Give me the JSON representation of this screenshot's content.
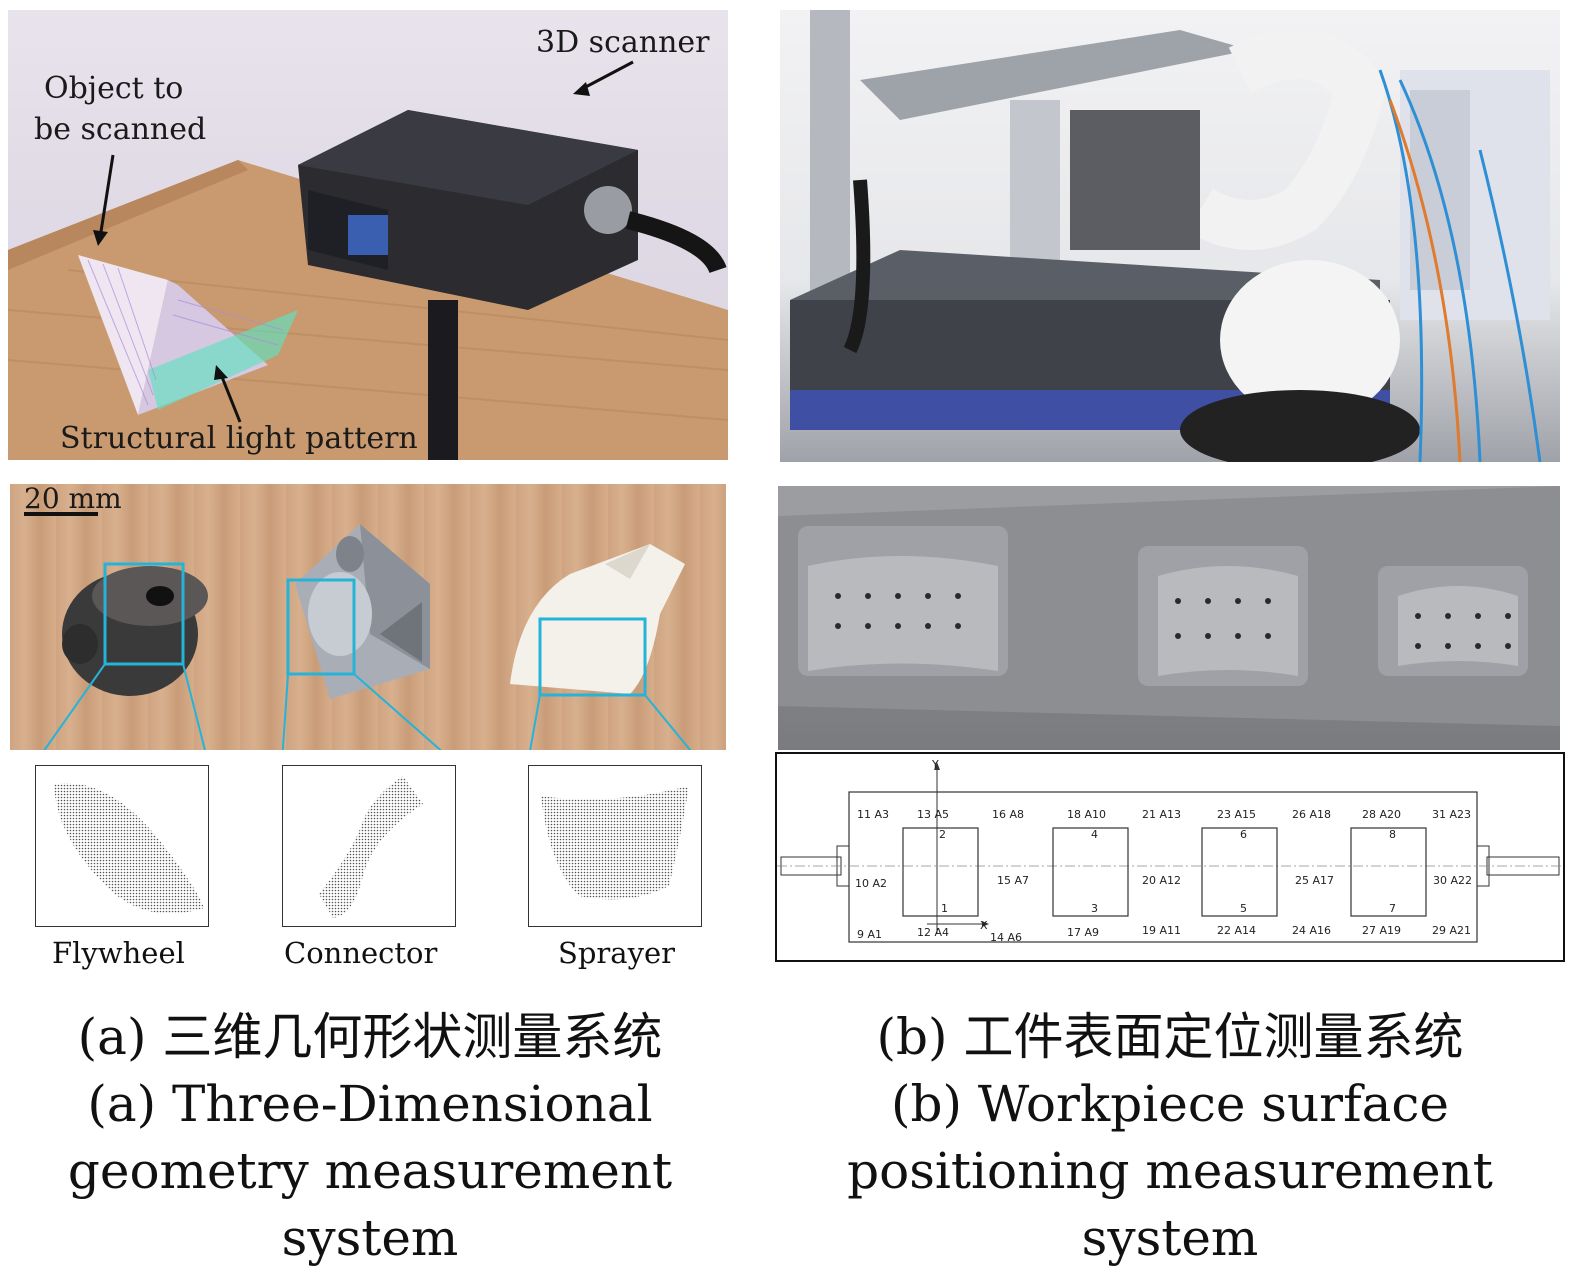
{
  "panel_a": {
    "labels": {
      "object_line1": "Object to",
      "object_line2": "be scanned",
      "scanner": "3D scanner",
      "light_pattern": "Structural light pattern",
      "scale_bar": "20 mm"
    },
    "objects": [
      "Flywheel",
      "Connector",
      "Sprayer"
    ],
    "caption": {
      "zh": "(a) 三维几何形状测量系统",
      "en_line1": "(a) Three-Dimensional",
      "en_line2": "geometry measurement",
      "en_line3": "system"
    }
  },
  "panel_b": {
    "diagram": {
      "axis_y": "Y",
      "axis_x": "X",
      "top_points": [
        "11 A3",
        "13 A5",
        "16 A8",
        "18 A10",
        "21 A13",
        "23 A15",
        "26 A18",
        "28 A20",
        "31 A23"
      ],
      "middle_points": [
        "10 A2",
        "15 A7",
        "20 A12",
        "25 A17",
        "30 A22"
      ],
      "bottom_points": [
        "9 A1",
        "12 A4",
        "14 A6",
        "17 A9",
        "19 A11",
        "22 A14",
        "24 A16",
        "27 A19",
        "29 A21"
      ],
      "cell_top_numbers": [
        "2",
        "4",
        "6",
        "8"
      ],
      "cell_bottom_numbers": [
        "1",
        "3",
        "5",
        "7"
      ]
    },
    "caption": {
      "zh": "(b) 工件表面定位测量系统",
      "en_line1": "(b) Workpiece surface",
      "en_line2": "positioning measurement",
      "en_line3": "system"
    }
  }
}
